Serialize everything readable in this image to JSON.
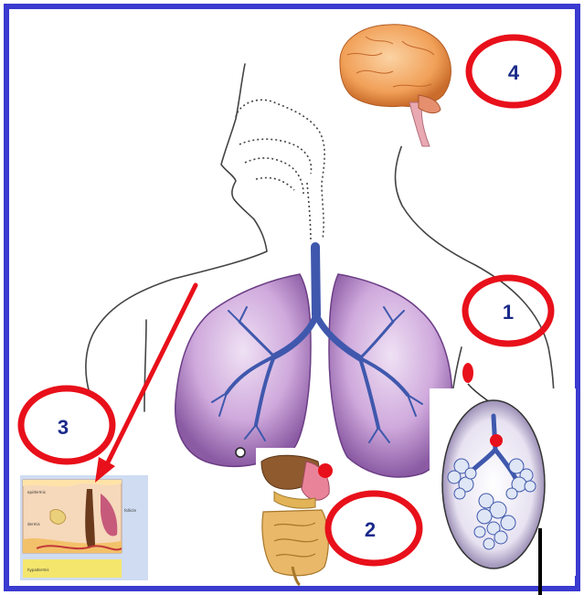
{
  "markers": [
    {
      "id": "1",
      "label": "1"
    },
    {
      "id": "2",
      "label": "2"
    },
    {
      "id": "3",
      "label": "3"
    },
    {
      "id": "4",
      "label": "4"
    }
  ],
  "colors": {
    "frame": "#3a3ad0",
    "ring": "#e8101a",
    "number": "#1a2a8a",
    "lung": "#c9a2d6",
    "bronchi": "#4a64b8",
    "brain": "#f2a263",
    "skin": "#f4d3b0"
  },
  "icons": [
    "brain-illustration",
    "respiratory-system-outline",
    "lungs",
    "alveoli-detail",
    "digestive-system",
    "skin-cross-section",
    "red-arrow"
  ]
}
